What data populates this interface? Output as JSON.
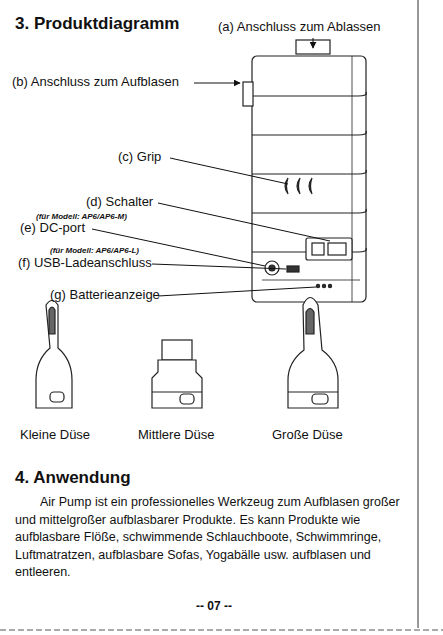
{
  "diagram": {
    "title": "3. Produktdiagramm",
    "labels": [
      "(a) Anschluss zum Ablassen",
      "(b) Anschluss zum Aufblasen",
      "(c) Grip",
      "(d) Schalter",
      "(für Modell: AP6/AP6-M)",
      "(e) DC-port",
      "(für Modell: AP6/AP6-L)",
      "(f) USB-Ladeanschluss",
      "(g) Batterieanzeige",
      "Kleine Düse",
      "Mittlere Düse",
      "Große Düse",
      "4. Anwendung",
      "Air Pump ist ein professionelles Werkzeug zum Aufblasen großer und mittelgroßer aufblasbarer Produkte. Es kann Produkte wie aufblasbare Flöße, schwimmende Schlauchboote, Schwimmringe, Luftmatratzen, aufblasbare Sofas, Yogabälle usw. aufblasen und entleeren.",
      "-- 07 --"
    ]
  }
}
